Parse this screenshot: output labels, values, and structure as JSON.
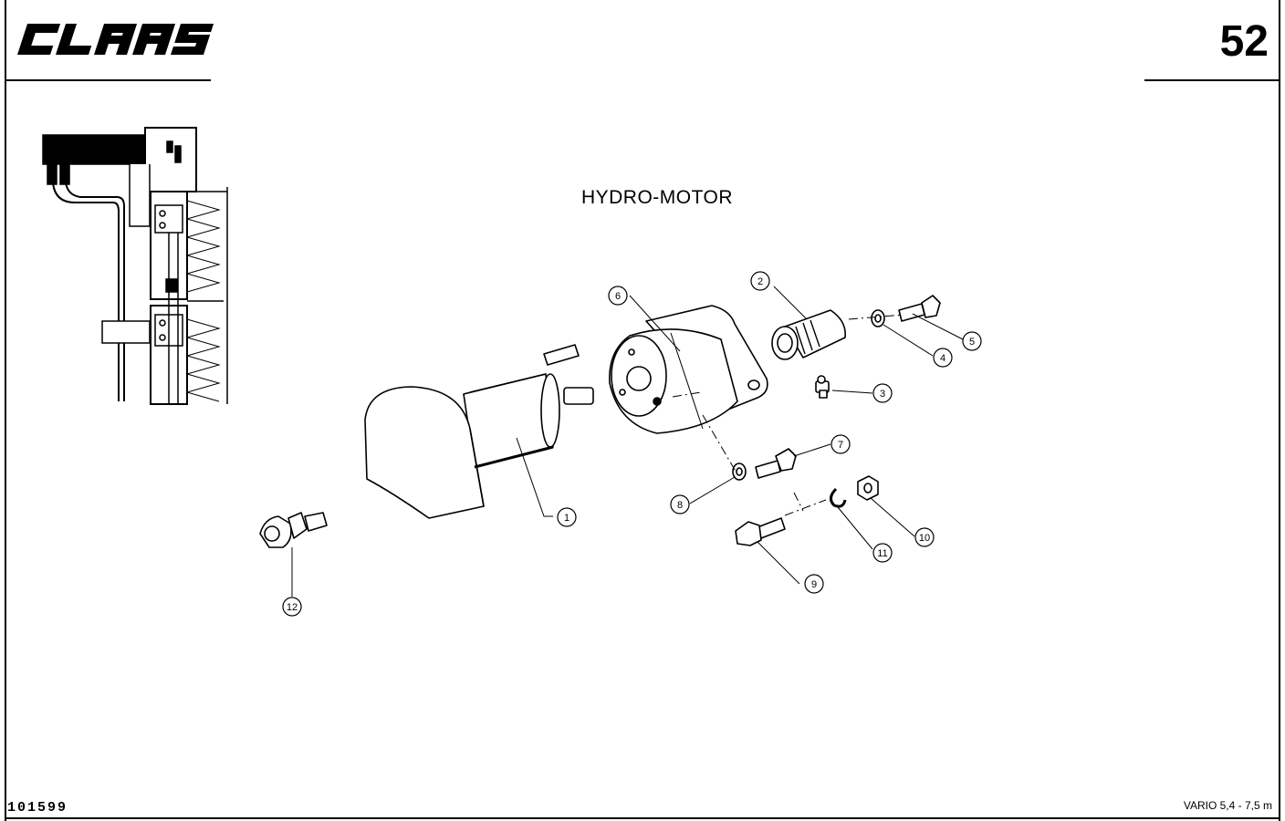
{
  "header": {
    "brand": "CLAAS",
    "page_number": "52"
  },
  "diagram": {
    "title": "HYDRO-MOTOR",
    "callouts": [
      {
        "id": 1,
        "label": "1"
      },
      {
        "id": 2,
        "label": "2"
      },
      {
        "id": 3,
        "label": "3"
      },
      {
        "id": 4,
        "label": "4"
      },
      {
        "id": 5,
        "label": "5"
      },
      {
        "id": 6,
        "label": "6"
      },
      {
        "id": 7,
        "label": "7"
      },
      {
        "id": 8,
        "label": "8"
      },
      {
        "id": 9,
        "label": "9"
      },
      {
        "id": 10,
        "label": "10"
      },
      {
        "id": 11,
        "label": "11"
      },
      {
        "id": 12,
        "label": "12"
      }
    ]
  },
  "footer": {
    "drawing_number": "101599",
    "model": "VARIO 5,4 - 7,5 m"
  },
  "colors": {
    "ink": "#000000",
    "paper": "#ffffff"
  }
}
